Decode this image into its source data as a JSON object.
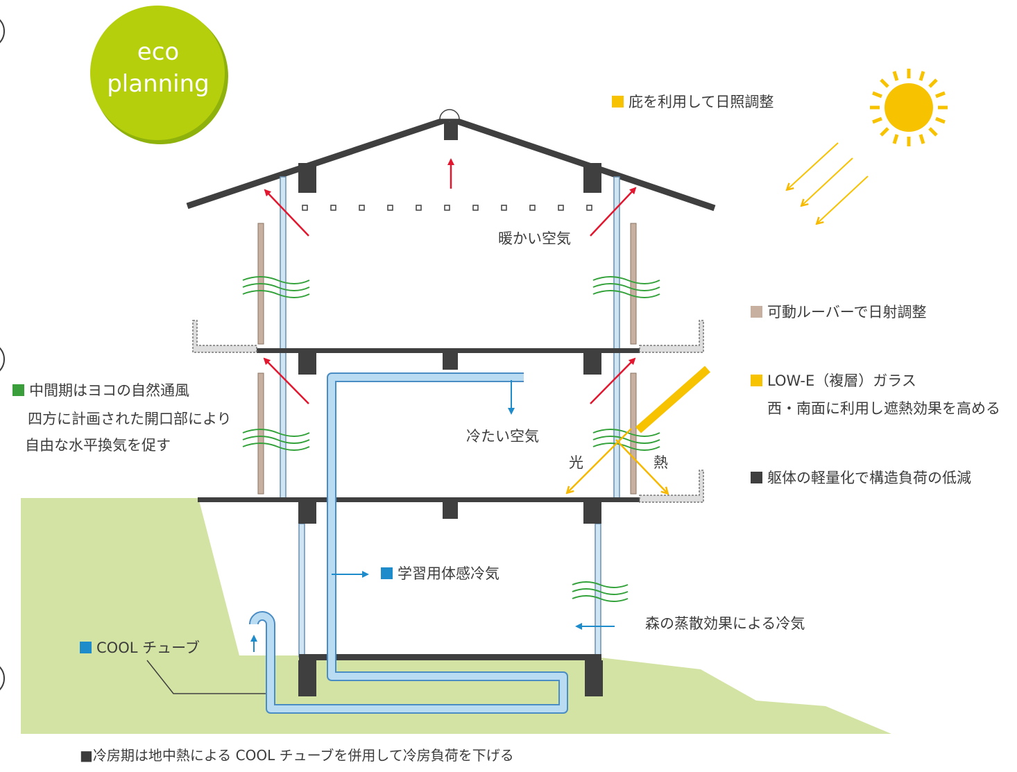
{
  "badge": {
    "line1": "eco",
    "line2": "planning",
    "color": "#b5cf0c"
  },
  "colors": {
    "structure": "#3f3f3f",
    "ground": "#d3e3a3",
    "pipe_fill": "#b9dcf2",
    "pipe_stroke": "#4a8cc4",
    "louver": "#c8b0a0",
    "warm_arrow": "#e2162e",
    "cool_arrow": "#1e8ccb",
    "breeze": "#33a23a",
    "sun": "#f7c200",
    "glass_arrow": "#f7b800",
    "bullet_yellow": "#f7c200",
    "bullet_beige": "#c8b0a0",
    "bullet_green": "#3a9f3a",
    "bullet_dark": "#3f3f3f",
    "bullet_blue": "#1e8ccb"
  },
  "labels": {
    "eaves": "庇を利用して日照調整",
    "louver": "可動ルーバーで日射調整",
    "lowe_line1": "LOW-E（複層）ガラス",
    "lowe_line2": "西・南面に利用し遮熱効果を高める",
    "structure": "躯体の軽量化で構造負荷の低減",
    "warm_air": "暖かい空気",
    "cool_air": "冷たい空気",
    "light": "光",
    "heat": "熱",
    "study_cool": "学習用体感冷気",
    "forest": "森の蒸散効果による冷気",
    "cool_tube": "COOL チューブ",
    "ventilation_line1": "中間期はヨコの自然通風",
    "ventilation_line2": "四方に計画された開口部により",
    "ventilation_line3": "自由な水平換気を促す",
    "cooling_period": "■冷房期は地中熱による COOL チューブを併用して冷房負荷を下げる"
  }
}
